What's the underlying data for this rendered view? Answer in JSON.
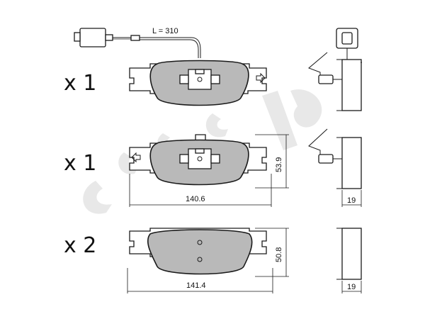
{
  "quantities": {
    "top": "x 1",
    "middle": "x 1",
    "bottom": "x 2"
  },
  "dimensions": {
    "cable_length": "L = 310",
    "width_pad_1": "140.6",
    "height_pad_1": "53.9",
    "thickness_pad_1": "19",
    "width_pad_2": "141.4",
    "height_pad_2": "50.8",
    "thickness_pad_2": "19"
  },
  "icons": {
    "arrow": "direction-arrow-icon",
    "sensor": "wear-sensor-icon",
    "watermark": "brand-watermark-logo"
  },
  "colors": {
    "pad_fill": "#b9b9b9",
    "outline": "#1a1a1a",
    "watermark": "#e6e6e6"
  }
}
